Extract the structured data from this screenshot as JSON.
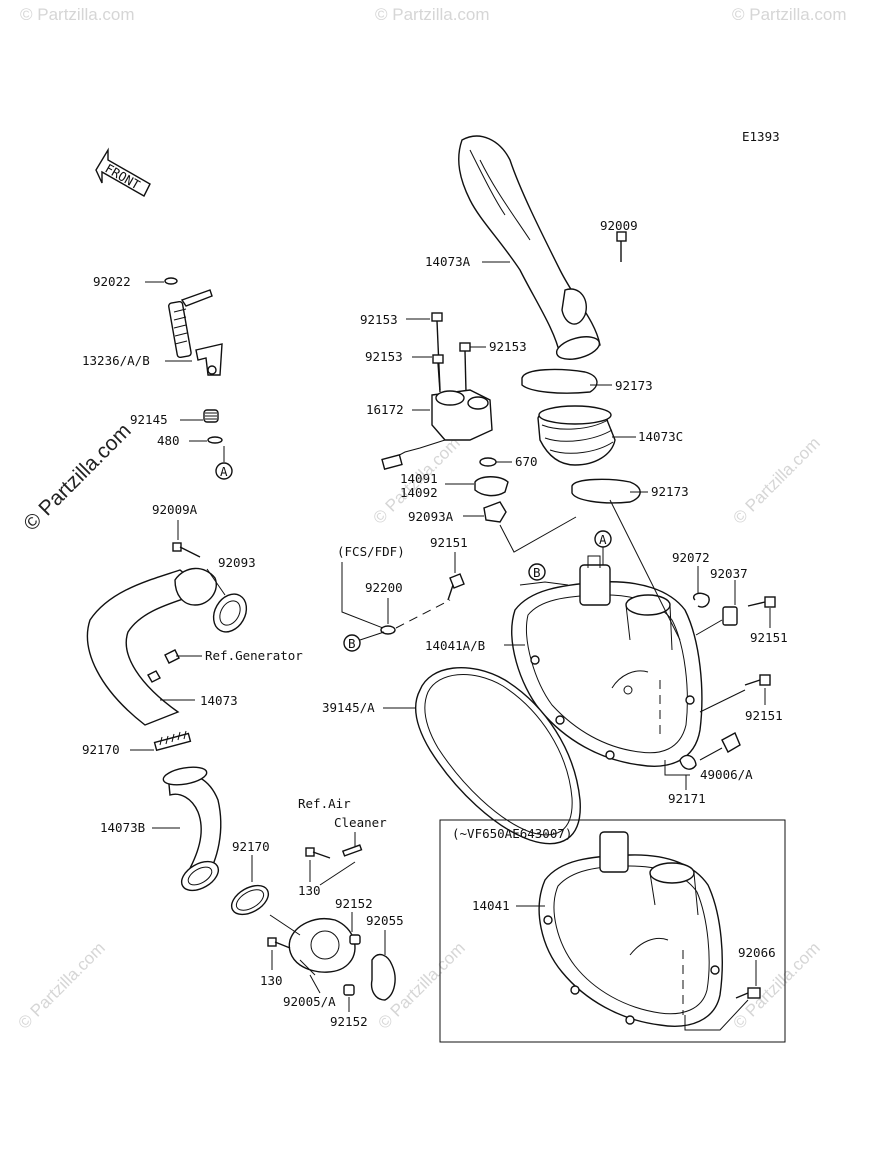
{
  "diagram_code": "E1393",
  "front_arrow_label": "FRONT",
  "watermark": "© Partzilla.com",
  "watermark_short": "© Partzilla.com",
  "notes": {
    "fcs_fdf": "(FCS/FDF)",
    "vf650": "(~VF650AE643007)",
    "ref_generator": "Ref.Generator",
    "ref_air_line1": "Ref.Air",
    "ref_air_line2": "Cleaner"
  },
  "markers": {
    "a": "A",
    "b": "B"
  },
  "labels": {
    "p92022": "92022",
    "p13236": "13236/A/B",
    "p92145": "92145",
    "p480": "480",
    "p92009A": "92009A",
    "p92093": "92093",
    "p14073": "14073",
    "p92170a": "92170",
    "p14073B": "14073B",
    "p92170b": "92170",
    "p130a": "130",
    "p130b": "130",
    "p92152a": "92152",
    "p92152b": "92152",
    "p92055": "92055",
    "p92005A": "92005/A",
    "p92009": "92009",
    "p14073A": "14073A",
    "p92153a": "92153",
    "p92153b": "92153",
    "p92153c": "92153",
    "p16172": "16172",
    "p92173a": "92173",
    "p14073C": "14073C",
    "p670": "670",
    "p14091": "14091",
    "p14092": "14092",
    "p92173b": "92173",
    "p92093A": "92093A",
    "p92151a": "92151",
    "p92200": "92200",
    "p14041AB": "14041A/B",
    "p92072": "92072",
    "p92037": "92037",
    "p92151b": "92151",
    "p92151c": "92151",
    "p39145A": "39145/A",
    "p49006A": "49006/A",
    "p92171": "92171",
    "p14041": "14041",
    "p92066": "92066"
  }
}
